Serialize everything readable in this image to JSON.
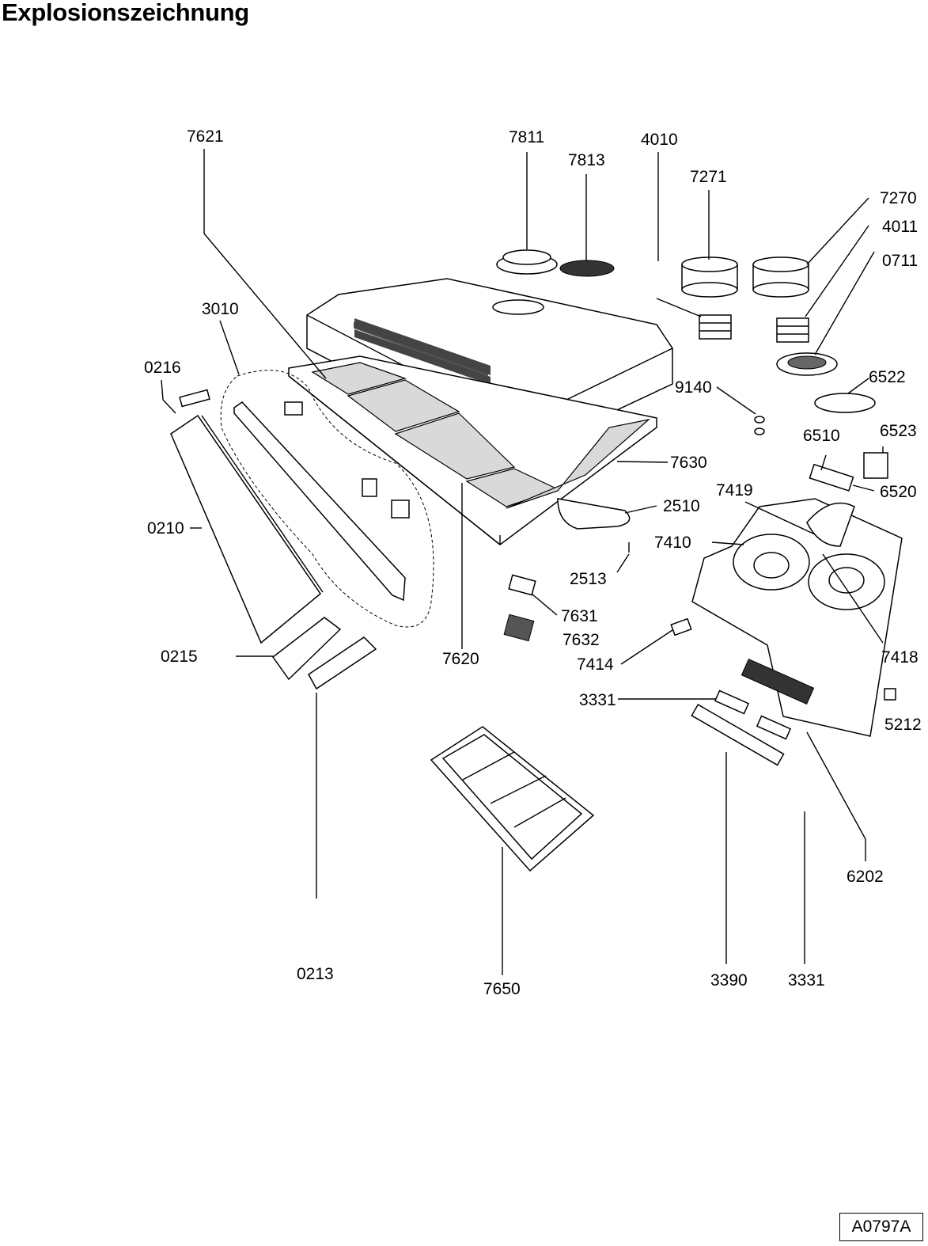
{
  "title": "Explosionszeichnung",
  "reference_code": "A0797A",
  "parts": {
    "p7621": "7621",
    "p7811": "7811",
    "p7813": "7813",
    "p4010": "4010",
    "p7271": "7271",
    "p7270": "7270",
    "p4011": "4011",
    "p0711": "0711",
    "p3010": "3010",
    "p0216": "0216",
    "p9140": "9140",
    "p6522": "6522",
    "p6510": "6510",
    "p6523": "6523",
    "p7630": "7630",
    "p7419": "7419",
    "p6520": "6520",
    "p2510": "2510",
    "p7410": "7410",
    "p0210": "0210",
    "p2513": "2513",
    "p7631": "7631",
    "p7632": "7632",
    "p0215": "0215",
    "p7620": "7620",
    "p7414": "7414",
    "p7418": "7418",
    "p3331a": "3331",
    "p5212": "5212",
    "p6202": "6202",
    "p0213": "0213",
    "p7650": "7650",
    "p3390": "3390",
    "p3331b": "3331"
  }
}
